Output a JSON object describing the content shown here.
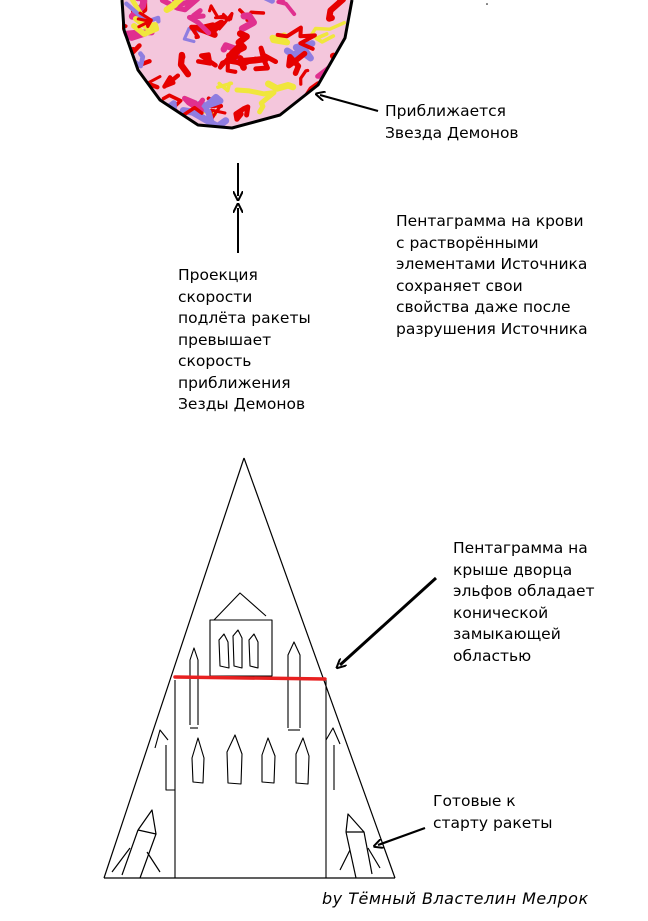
{
  "labels": {
    "demon_star": "Приближается\nЗвезда Демонов",
    "blood_pentagram": "Пентаграмма на крови\nс растворёнными\nэлементами Источника\nсохраняет свои\nсвойства даже после\nразрушения Источника",
    "rocket_projection": "Проекция\nскорости\nподлёта ракеты\nпревышает\nскорость\nприближения\nЗезды Демонов",
    "roof_pentagram": "Пентаграмма на\nкрыше дворца\nэльфов обладает\nконической\nзамыкающей\nобластью",
    "ready_rockets": "Готовые к\nстарту ракеты",
    "author": "by Тёмный Властелин Мелрок"
  },
  "colors": {
    "ink": "#000000",
    "pentagram_line": "#e82020",
    "star_red": "#e60000",
    "star_purple": "#8f7de0",
    "star_yellow": "#f0e63c",
    "star_magenta": "#e0308f"
  }
}
